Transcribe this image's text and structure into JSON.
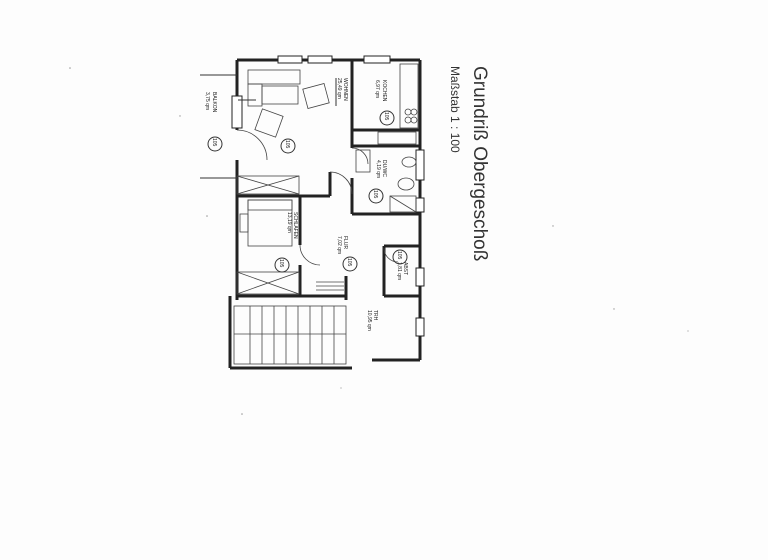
{
  "title": "Grundriß Obergeschoß",
  "scale": "Maßstab 1 : 100",
  "rooms": {
    "wohnen": {
      "name": "WOHNEN",
      "area": "25,49 qm",
      "circle": "105"
    },
    "kochen": {
      "name": "KOCHEN",
      "area": "6,97 qm",
      "circle": "105"
    },
    "dusche": {
      "name": "DU/WC",
      "area": "4,19 qm",
      "circle": "105"
    },
    "abst": {
      "name": "ABST",
      "area": "1,81 qm",
      "circle": "105"
    },
    "schlafen": {
      "name": "SCHLAFEN",
      "area": "13,19 qm",
      "circle": "105"
    },
    "flur": {
      "name": "FLUR",
      "area": "7,02 qm",
      "circle": "105"
    },
    "balkon": {
      "name": "BALKON",
      "area": "3,75 qm",
      "circle": "105"
    },
    "tr": {
      "name": "TRH",
      "area": "10,95 qm"
    }
  }
}
